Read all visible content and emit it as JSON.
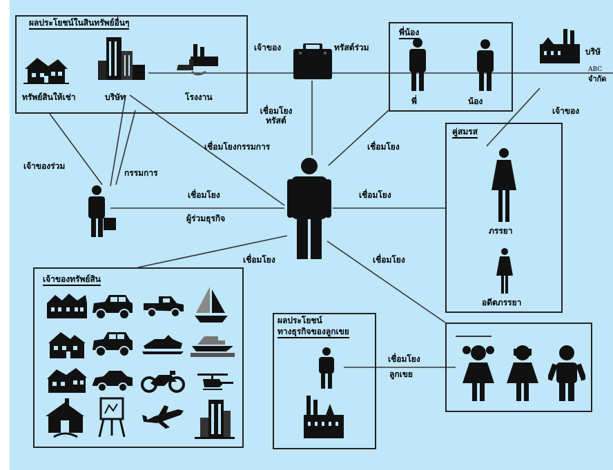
{
  "labels": {
    "other_assets_title": "ผลประโยชน์ในสินทรัพย์อื่นๆ",
    "rental_property": "ทรัพย์สินให้เช่า",
    "company": "บริษัท",
    "factory": "โรงงาน",
    "owner": "เจ้าของ",
    "trustee": "ทรัสต์ร่วม",
    "trust_link_1": "เชื่อมโยง",
    "trust_link_2": "ทรัสต์",
    "siblings_title": "พี่น้อง",
    "elder_sibling": "พี่",
    "younger_sibling": "น้อง",
    "company_right": "บริษั",
    "abc": "ABC",
    "company_right_2": "จำกัด",
    "owner_right": "เจ้าของ",
    "director_link": "เชื่อมโยงกรรมการ",
    "link_siblings": "เชื่อมโยง",
    "spouse_title": "คู่สมรส",
    "co_owner": "เจ้าของร่วม",
    "director": "กรรมการ",
    "link_partner": "เชื่อมโยง",
    "business_partner": "ผู้ร่วมธุรกิจ",
    "link_spouse": "เชื่อมโยง",
    "wife": "ภรรยา",
    "ex_wife": "อดีตภรรยา",
    "link_assets": "เชื่อมโยง",
    "link_children": "เชื่อมโยง",
    "asset_owner_title": "เจ้าของทรัพย์สิน",
    "son_in_law_title_1": "ผลประโยชน์",
    "son_in_law_title_2": "ทางธุรกิจของลูกเขย",
    "link_son_in_law": "เชื่อมโยง",
    "son_in_law": "ลูกเขย"
  },
  "colors": {
    "background": "#bfe6f9",
    "ink": "#111111",
    "line": "#333333"
  },
  "icons": [
    "house-icon",
    "office-building-icon",
    "factory-icon",
    "briefcase-icon",
    "person-icon",
    "woman-icon",
    "girl-icon",
    "boy-icon",
    "car-icon",
    "pickup-truck-icon",
    "sailboat-icon",
    "snowmobile-icon",
    "yacht-icon",
    "motorcycle-icon",
    "helicopter-icon",
    "airplane-icon",
    "condo-building-icon",
    "barn-icon",
    "easel-icon",
    "classic-car-icon",
    "mansion-icon"
  ]
}
